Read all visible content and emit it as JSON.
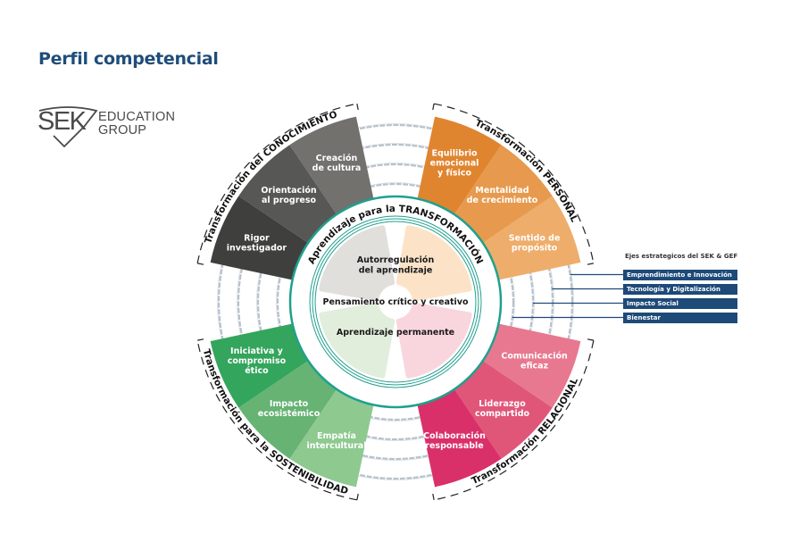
{
  "page": {
    "title": "Perfil competencial"
  },
  "logo": {
    "mark": "SEK",
    "line1": "EDUCATION",
    "line2": "GROUP"
  },
  "center": {
    "ring_title": "Aprendizaje para la TRANSFORMACIÓN",
    "items": [
      {
        "label_lines": [
          "Autorregulación",
          "del aprendizaje"
        ],
        "color": "#e1dfdc"
      },
      {
        "label_lines": [
          "Pensamiento crítico y creativo"
        ],
        "color": "#fce3c8"
      },
      {
        "label_lines": [
          "Aprendizaje permanente"
        ],
        "color": "#e2eedc"
      },
      {
        "label_lines": [],
        "color": "#f9d6dd"
      }
    ],
    "ring_color": "#1fa08e"
  },
  "quadrants": [
    {
      "id": "conocimiento",
      "title": "Transformación del CONOCIMIENTO",
      "segments": [
        {
          "label_lines": [
            "Rigor",
            "investigador"
          ],
          "color": "#3f403e"
        },
        {
          "label_lines": [
            "Orientación",
            "al progreso"
          ],
          "color": "#575755"
        },
        {
          "label_lines": [
            "Creación",
            "de cultura"
          ],
          "color": "#72716e"
        }
      ]
    },
    {
      "id": "personal",
      "title": "Transformación PERSONAL",
      "segments": [
        {
          "label_lines": [
            "Equilibrio",
            "emocional",
            "y físico"
          ],
          "color": "#e0852f"
        },
        {
          "label_lines": [
            "Mentalidad",
            "de crecimiento"
          ],
          "color": "#e79a4d"
        },
        {
          "label_lines": [
            "Sentido de",
            "propósito"
          ],
          "color": "#eead6a"
        }
      ]
    },
    {
      "id": "relacional",
      "title": "Transformación RELACIONAL",
      "segments": [
        {
          "label_lines": [
            "Comunicación",
            "eficaz"
          ],
          "color": "#e8788f"
        },
        {
          "label_lines": [
            "Liderazgo",
            "compartido"
          ],
          "color": "#e05679"
        },
        {
          "label_lines": [
            "Colaboración",
            "responsable"
          ],
          "color": "#d9306a"
        }
      ]
    },
    {
      "id": "sostenibilidad",
      "title": "Transformación para la SOSTENIBILIDAD",
      "segments": [
        {
          "label_lines": [
            "Empatía",
            "intercultural"
          ],
          "color": "#8ec98f"
        },
        {
          "label_lines": [
            "Impacto",
            "ecosistémico"
          ],
          "color": "#66b374"
        },
        {
          "label_lines": [
            "Iniciativa y",
            "compromiso",
            "ético"
          ],
          "color": "#34a55c"
        }
      ]
    }
  ],
  "legend": {
    "title": "Ejes estrategicos del SEK & GEF",
    "items": [
      "Emprendimiento e Innovación",
      "Tecnología y Digitalización",
      "Impacto Social",
      "Bienestar"
    ],
    "color": "#1d4a78"
  }
}
